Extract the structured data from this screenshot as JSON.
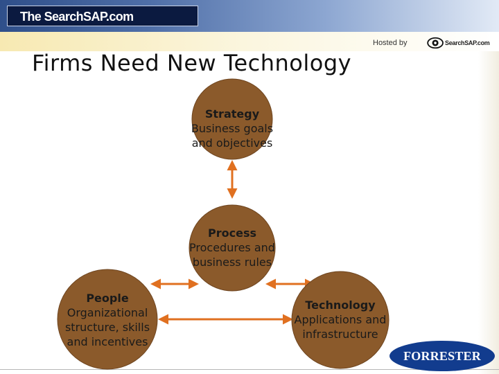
{
  "header": {
    "conference_title": "The SearchSAP.com Conference",
    "hosted_by": "Hosted by",
    "host_logo_text": "SearchSAP.com"
  },
  "slide": {
    "title": "Firms Need New Technology"
  },
  "nodes": {
    "strategy": {
      "title": "Strategy",
      "line1": "Business goals",
      "line2": "and objectives"
    },
    "process": {
      "title": "Process",
      "line1": "Procedures and",
      "line2": "business rules"
    },
    "people": {
      "title": "People",
      "line1": "Organizational",
      "line2": "structure, skills",
      "line3": "and incentives"
    },
    "technology": {
      "title": "Technology",
      "line1": "Applications and",
      "line2": "infrastructure"
    }
  },
  "footer": {
    "brand_logo": "FORRESTER"
  },
  "colors": {
    "node_fill": "#8b5a2b",
    "connector": "#e07020",
    "header_dark": "#0b1a40",
    "brand_blue": "#123c8e"
  }
}
